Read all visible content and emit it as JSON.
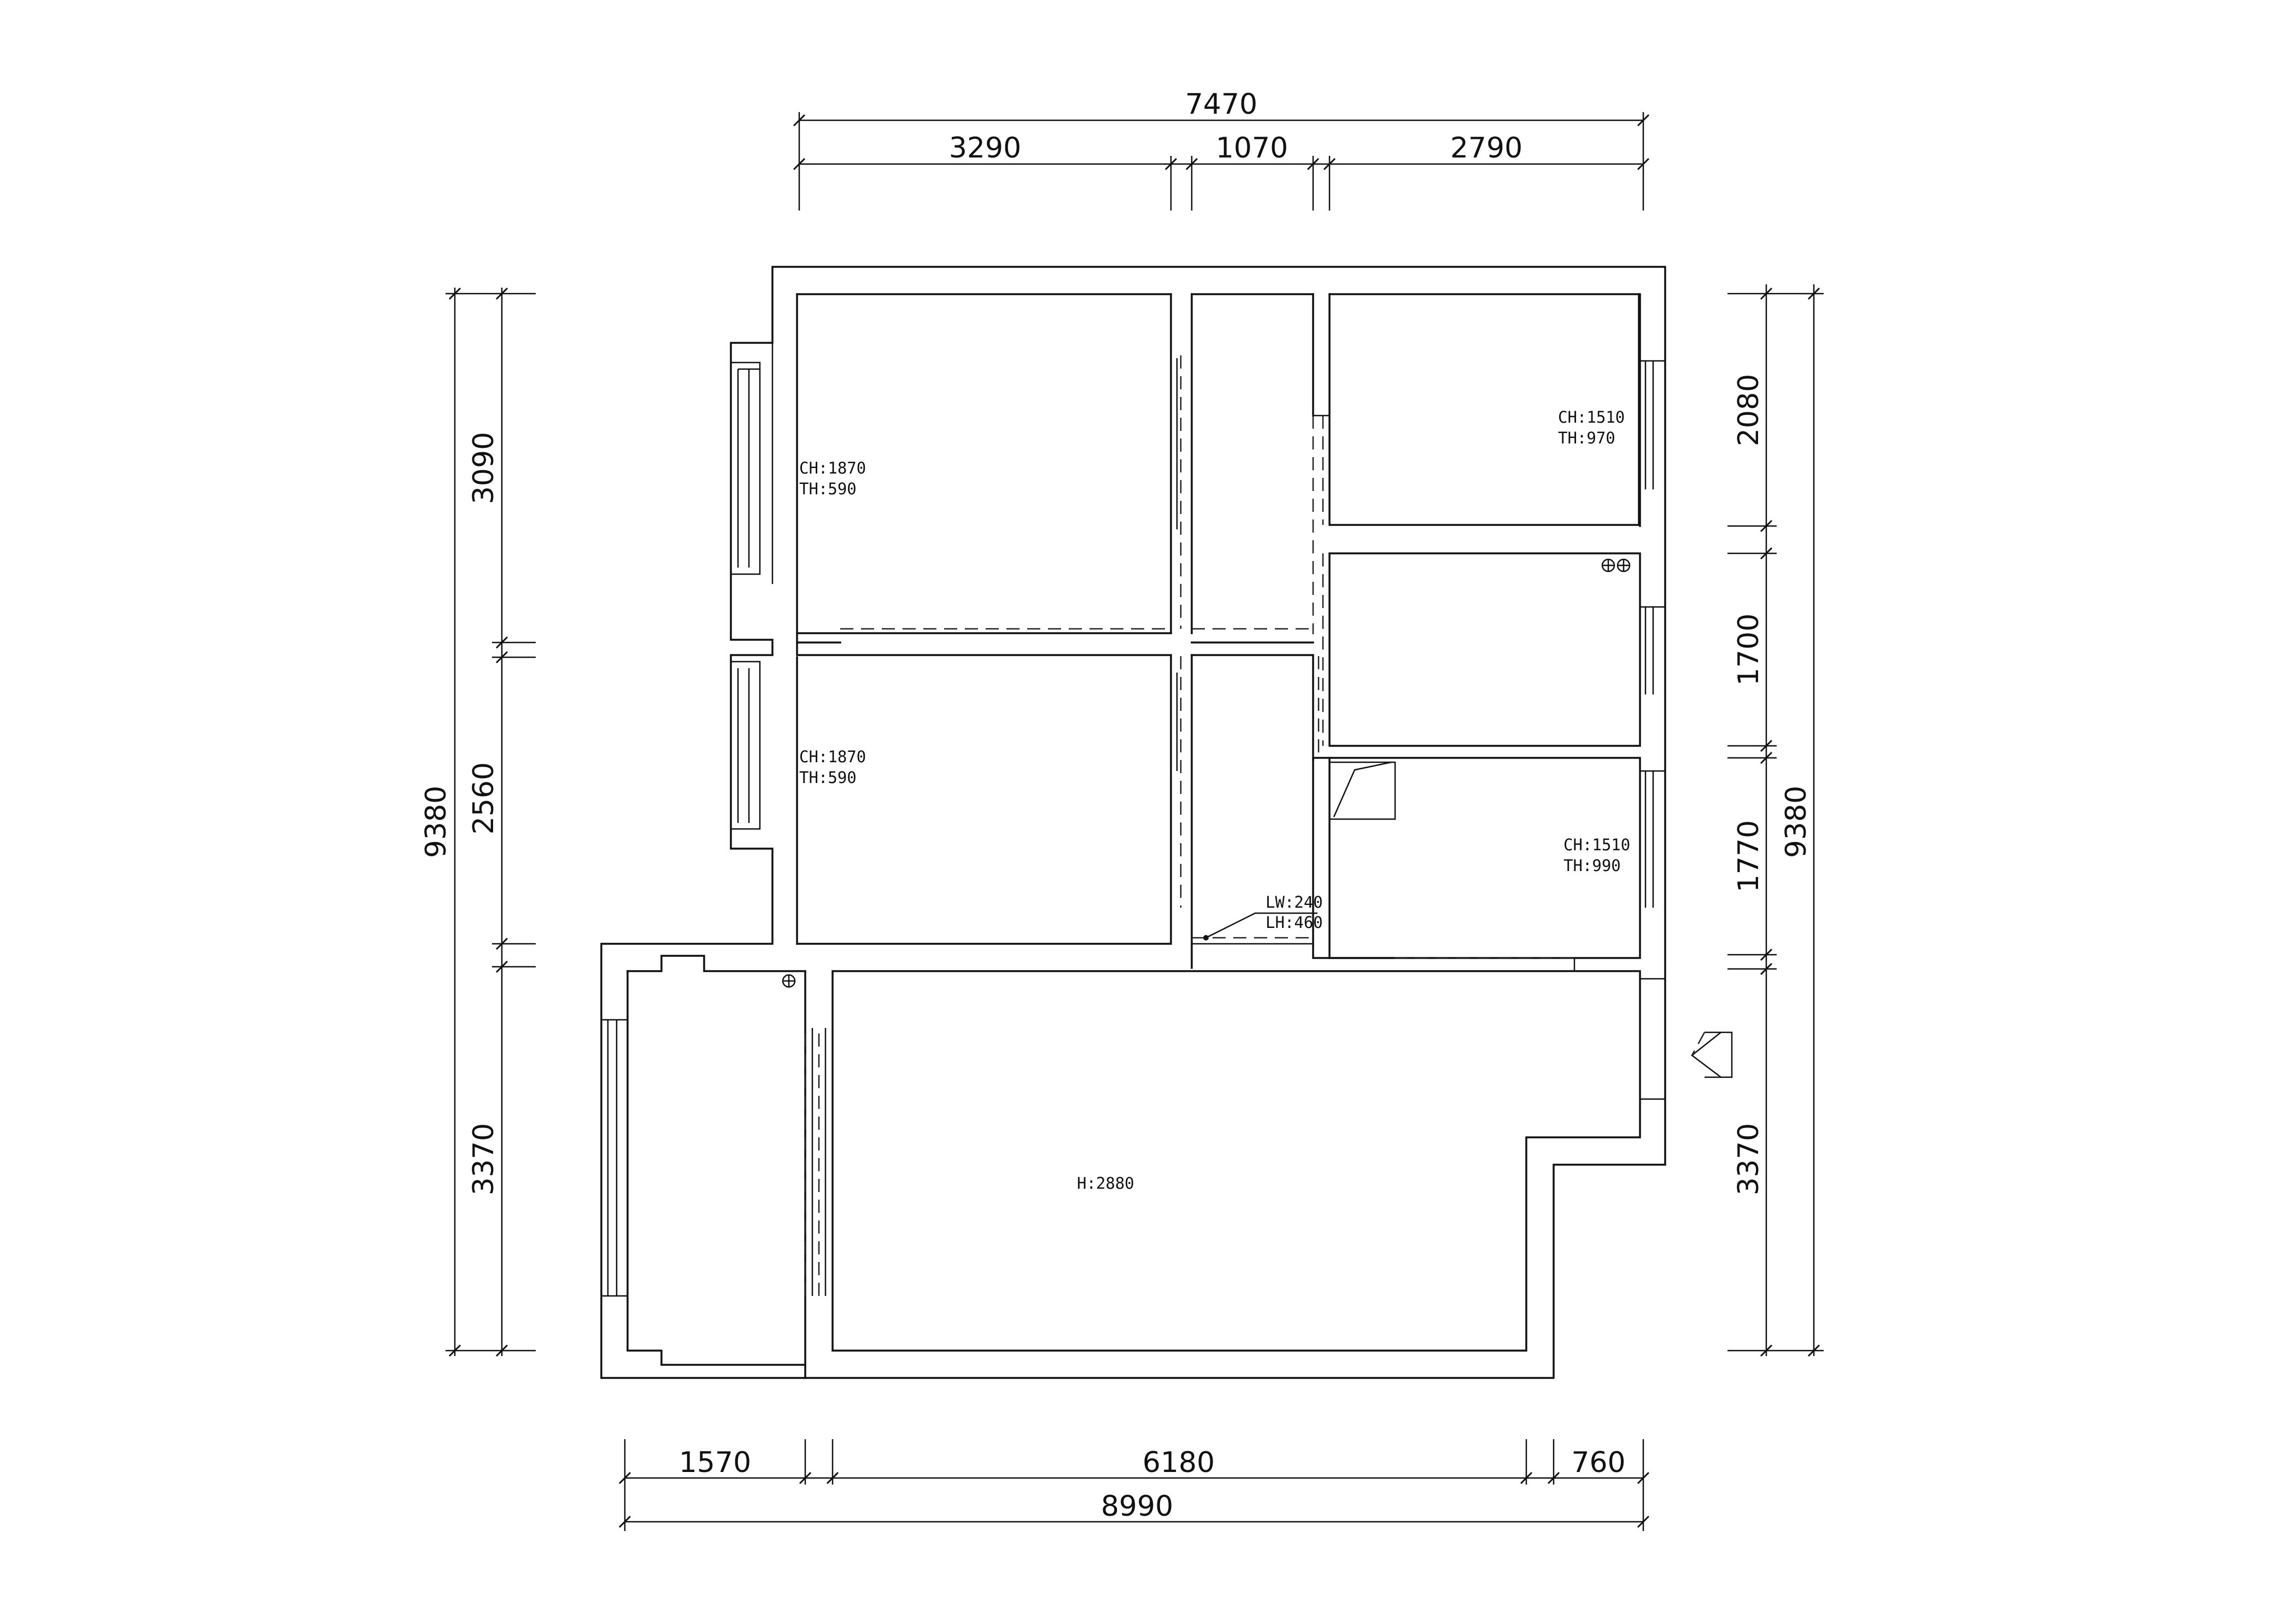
{
  "dimensions": {
    "top_overall": "7470",
    "top_seg_1": "3290",
    "top_seg_2": "1070",
    "top_seg_3": "2790",
    "left_overall": "9380",
    "left_seg_1": "3090",
    "left_seg_2": "2560",
    "left_seg_3": "3370",
    "right_overall": "9380",
    "right_seg_1": "2080",
    "right_seg_2": "1700",
    "right_seg_3": "1770",
    "right_seg_4": "3370",
    "bottom_overall": "8990",
    "bottom_seg_1": "1570",
    "bottom_seg_2": "6180",
    "bottom_seg_3": "760"
  },
  "rooms": {
    "bedroom_1": {
      "ch": "CH:1870",
      "th": "TH:590"
    },
    "bedroom_2": {
      "ch": "CH:1870",
      "th": "TH:590"
    },
    "bedroom_3": {
      "ch": "CH:1510",
      "th": "TH:970"
    },
    "kitchen": {
      "ch": "CH:1510",
      "th": "TH:990"
    },
    "living": {
      "h": "H:2880"
    }
  },
  "annotation": {
    "lw": "LW:240",
    "lh": "LH:460"
  },
  "icons": {
    "entrance": "entrance-arrow-icon",
    "floor_drain": "floor-drain-icon",
    "gas_meter": "gas-meter-icon",
    "sink": "sink-icon"
  }
}
